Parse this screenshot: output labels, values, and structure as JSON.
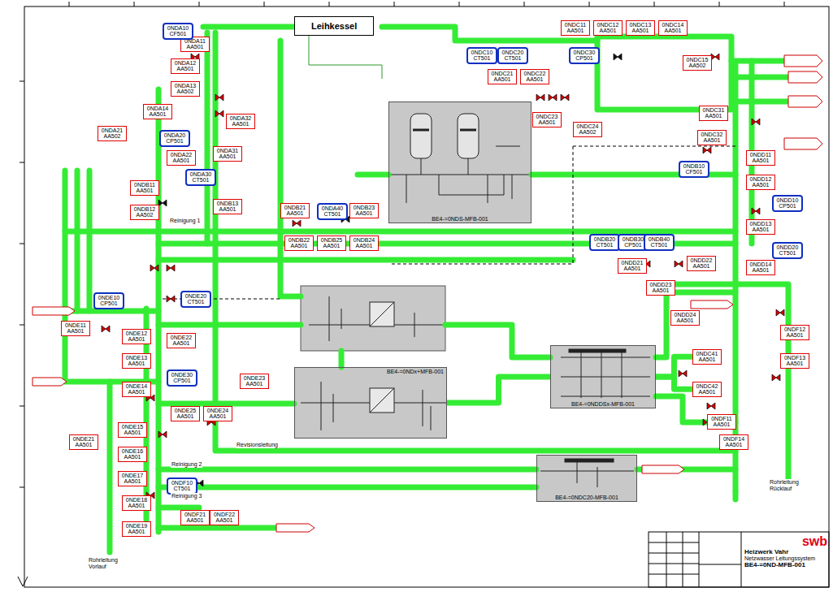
{
  "diagram": {
    "nodes": [
      {
        "text": [
          "Leihkessel"
        ]
      },
      {
        "text": [
          "BE4-=0NDS-MFB-001"
        ]
      },
      {
        "text": [
          "BE4-=0NDx+MFB-001"
        ]
      },
      {
        "text": [
          "BE4-=0NDDSx-MFB-001"
        ]
      },
      {
        "text": [
          "BE4-=0NDC20-MFB-001"
        ]
      },
      {
        "text": [
          "swb",
          "Heizwerk Vahr",
          "Netzwasser Leitungssystem",
          "BE4-=0ND-MFB-001"
        ]
      },
      {
        "text": [
          "0NDC41 AA501"
        ]
      },
      {
        "text": [
          "0NDC42 AA501"
        ]
      },
      {
        "text": [
          "0NDA11 AA501"
        ]
      },
      {
        "text": [
          "0NDA12 AA501"
        ]
      },
      {
        "text": [
          "0NDA13 AA502"
        ]
      },
      {
        "text": [
          "0NDA14 AA501"
        ]
      },
      {
        "text": [
          "0NDA21 AA502"
        ]
      },
      {
        "text": [
          "0NDA22 AA501"
        ]
      },
      {
        "text": [
          "0NDA31 AA501"
        ]
      },
      {
        "text": [
          "0NDA32 AA501"
        ]
      },
      {
        "text": [
          "0NDB11 AA501"
        ]
      },
      {
        "text": [
          "0NDB12 AA502"
        ]
      },
      {
        "text": [
          "0NDB13 AA501"
        ]
      },
      {
        "text": [
          "0NDB21 AA501"
        ]
      },
      {
        "text": [
          "0NDB22 AA501"
        ]
      },
      {
        "text": [
          "0NDB23 AA501"
        ]
      },
      {
        "text": [
          "0NDB24 AA501"
        ]
      },
      {
        "text": [
          "0NDB25 AA501"
        ]
      },
      {
        "text": [
          "0NDC11 AA501"
        ]
      },
      {
        "text": [
          "0NDC12 AA501"
        ]
      },
      {
        "text": [
          "0NDC13 AA501"
        ]
      },
      {
        "text": [
          "0NDC14 AA501"
        ]
      },
      {
        "text": [
          "0NDC15 AA502"
        ]
      },
      {
        "text": [
          "0NDC21 AA501"
        ]
      },
      {
        "text": [
          "0NDC22 AA501"
        ]
      },
      {
        "text": [
          "0NDC23 AA501"
        ]
      },
      {
        "text": [
          "0NDC24 AA502"
        ]
      },
      {
        "text": [
          "0NDC31 AA501"
        ]
      },
      {
        "text": [
          "0NDC32 AA501"
        ]
      },
      {
        "text": [
          "0NDD11 AA501"
        ]
      },
      {
        "text": [
          "0NDD12 AA501"
        ]
      },
      {
        "text": [
          "0NDD13 AA501"
        ]
      },
      {
        "text": [
          "0NDD14 AA501"
        ]
      },
      {
        "text": [
          "0NDD21 AA501"
        ]
      },
      {
        "text": [
          "0NDD22 AA501"
        ]
      },
      {
        "text": [
          "0NDD23 AA501"
        ]
      },
      {
        "text": [
          "0NDD24 AA501"
        ]
      },
      {
        "text": [
          "0NDE11 AA501"
        ]
      },
      {
        "text": [
          "0NDE12 AA501"
        ]
      },
      {
        "text": [
          "0NDE13 AA501"
        ]
      },
      {
        "text": [
          "0NDE14 AA501"
        ]
      },
      {
        "text": [
          "0NDE15 AA501"
        ]
      },
      {
        "text": [
          "0NDE16 AA501"
        ]
      },
      {
        "text": [
          "0NDE17 AA501"
        ]
      },
      {
        "text": [
          "0NDE18 AA501"
        ]
      },
      {
        "text": [
          "0NDE19 AA501"
        ]
      },
      {
        "text": [
          "0NDE21 AA501"
        ]
      },
      {
        "text": [
          "0NDE22 AA501"
        ]
      },
      {
        "text": [
          "0NDE23 AA501"
        ]
      },
      {
        "text": [
          "0NDE24 AA501"
        ]
      },
      {
        "text": [
          "0NDE25 AA501"
        ]
      },
      {
        "text": [
          "0NDF11 AA501"
        ]
      },
      {
        "text": [
          "0NDF12 AA501"
        ]
      },
      {
        "text": [
          "0NDF13 AA501"
        ]
      },
      {
        "text": [
          "0NDF14 AA501"
        ]
      },
      {
        "text": [
          "0NDF21 AA501"
        ]
      },
      {
        "text": [
          "0NDF22 AA501"
        ]
      },
      {
        "text": [
          "0NDA10 CF501"
        ]
      },
      {
        "text": [
          "0NDC10 CT501"
        ]
      },
      {
        "text": [
          "0NDC20 CT501"
        ]
      },
      {
        "text": [
          "0NDC30 CP501"
        ]
      },
      {
        "text": [
          "0NDA20 CP501"
        ]
      },
      {
        "text": [
          "0NDA30 CT501"
        ]
      },
      {
        "text": [
          "0NDB10 CF501"
        ]
      },
      {
        "text": [
          "0NDB20 CT501"
        ]
      },
      {
        "text": [
          "0NDB30 CP501"
        ]
      },
      {
        "text": [
          "0NDB40 CT501"
        ]
      },
      {
        "text": [
          "0NDD10 CP501"
        ]
      },
      {
        "text": [
          "0NDD20 CT501"
        ]
      },
      {
        "text": [
          "0NDE10 CP501"
        ]
      },
      {
        "text": [
          "0NDE20 CT501"
        ]
      },
      {
        "text": [
          "0NDE30 CP501"
        ]
      },
      {
        "text": [
          "0NDF10 CT501"
        ]
      },
      {
        "text": [
          "0NDA40 CT501"
        ]
      }
    ],
    "edges": [
      {
        "from": 2,
        "to": 3,
        "arrow": "none"
      },
      {
        "from": 3,
        "to": 6,
        "arrow": "none"
      },
      {
        "from": 3,
        "to": 7,
        "arrow": "none"
      }
    ],
    "labels": [
      "Reinigung 1",
      "Revisionsleitung",
      "Reinigung 2",
      "Reinigung 3",
      "Rohrleitung Vorlauf",
      "Rohrleitung Rücklauf"
    ]
  }
}
